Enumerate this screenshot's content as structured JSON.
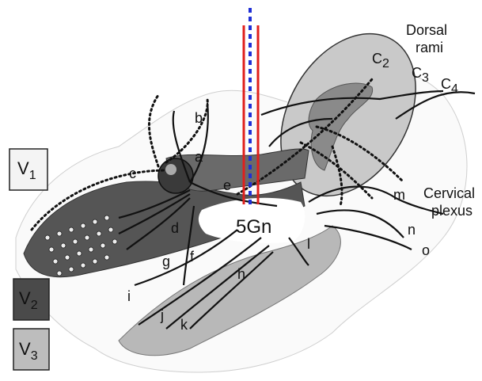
{
  "regions": {
    "v1": {
      "label": "V",
      "sub": "1",
      "color": "#f4f4f4"
    },
    "v2": {
      "label": "V",
      "sub": "2",
      "color": "#4a4a4a"
    },
    "v3": {
      "label": "V",
      "sub": "3",
      "color": "#bdbdbd"
    }
  },
  "ganglion_label": "5Gn",
  "dorsal_label": [
    "Dorsal",
    "rami"
  ],
  "cervical_label": [
    "Cervical",
    "plexus"
  ],
  "cervical_nerves": [
    {
      "base": "C",
      "sub": "2"
    },
    {
      "base": "C",
      "sub": "3"
    },
    {
      "base": "C",
      "sub": "4"
    }
  ],
  "branch_letters": {
    "a": "a",
    "b": "b",
    "c": "c",
    "d": "d",
    "e": "e",
    "f": "f",
    "g": "g",
    "h": "h",
    "i": "i",
    "j": "j",
    "k": "k",
    "l": "l",
    "m": "m",
    "n": "n",
    "o": "o"
  },
  "colors": {
    "red_line": "#e0201c",
    "blue_dotted": "#1f2fd6",
    "dark_gray": "#555555",
    "mid_gray": "#a8a8a8",
    "light_gray": "#d8d8d8"
  }
}
